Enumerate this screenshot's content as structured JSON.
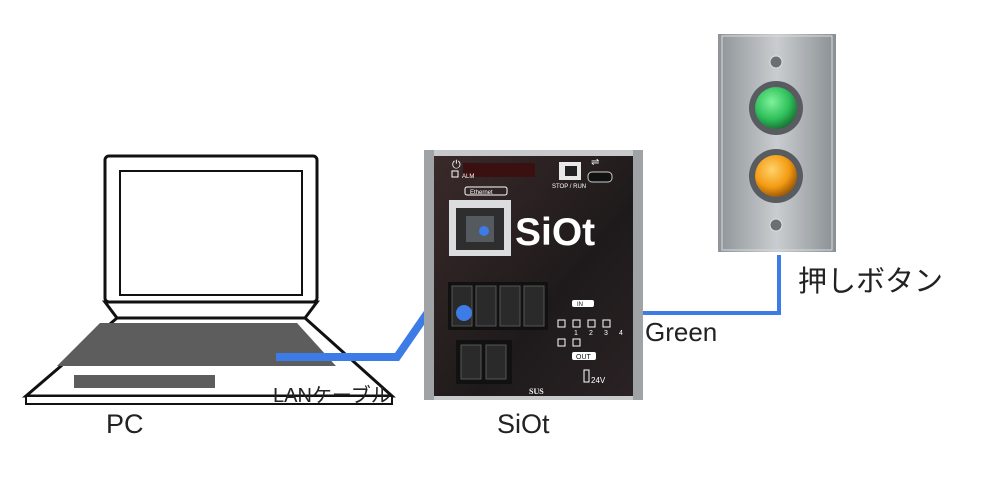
{
  "labels": {
    "pc": "PC",
    "lan_cable": "LANケーブル",
    "siot": "SiOt",
    "green_wire": "Green",
    "push_button": "押しボタン"
  },
  "device": {
    "brand": "SiOt",
    "ethernet_tag": "Ethernet",
    "stop_run": "STOP / RUN",
    "alm": "ALM",
    "in_tag": "IN",
    "out_tag": "OUT",
    "voltage": "24V",
    "sus": "SUS",
    "ports": [
      "1",
      "2",
      "3",
      "4"
    ]
  },
  "colors": {
    "cable": "#3d7be6",
    "device_body": "#1e1a1b",
    "button_green": "#2fbf5a",
    "button_orange": "#f39a12",
    "plate": "#b7bcbf"
  }
}
